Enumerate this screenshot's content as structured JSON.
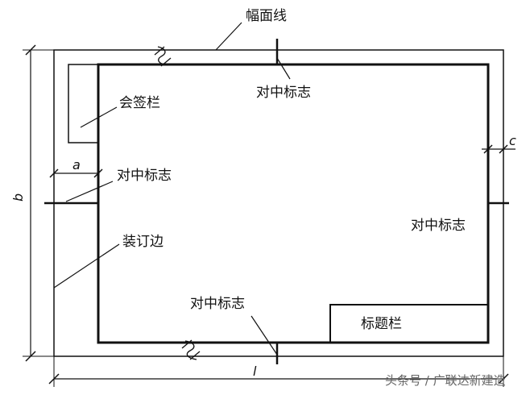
{
  "labels": {
    "trim_line": "幅面线",
    "countersign_block": "会签栏",
    "centering_mark_top": "对中标志",
    "centering_mark_left": "对中标志",
    "centering_mark_right": "对中标志",
    "centering_mark_bottom": "对中标志",
    "binding_edge": "装订边",
    "title_block": "标题栏"
  },
  "dimensions": {
    "a": "a",
    "b": "b",
    "c": "c",
    "l": "l"
  },
  "watermark": "头条号 / 广联达新建造",
  "colors": {
    "line": "#111111",
    "background": "#ffffff"
  }
}
